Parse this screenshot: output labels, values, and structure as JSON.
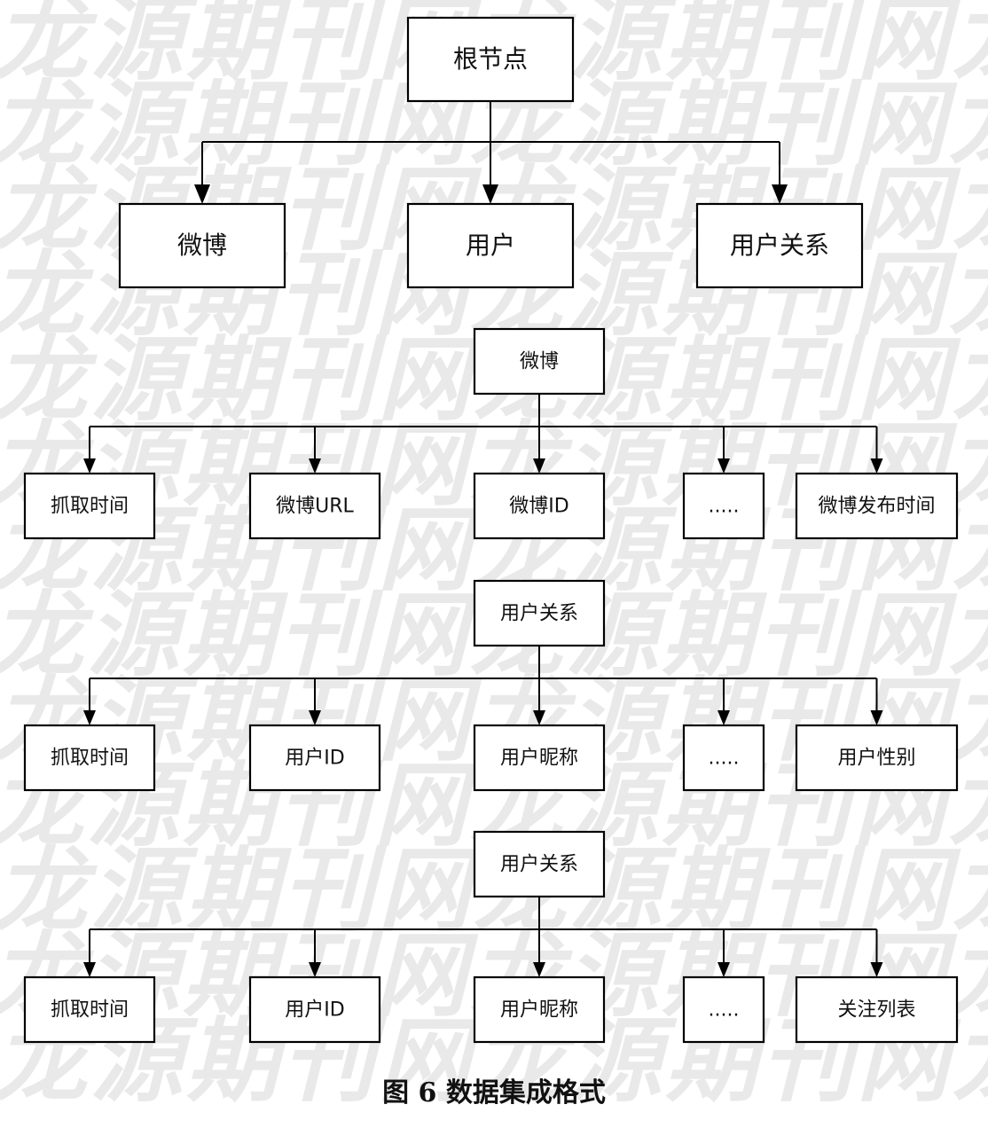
{
  "watermark": {
    "text": "龙源期刊网龙源期刊网龙源期刊网龙源期刊网龙源",
    "color": "#e9e9e9"
  },
  "caption": {
    "text": "图 6    数据集成格式"
  },
  "trees": [
    {
      "parent": "根节点",
      "children": [
        "微博",
        "用户",
        "用户关系"
      ]
    },
    {
      "parent": "微博",
      "children": [
        "抓取时间",
        "微博URL",
        "微博ID",
        ".....",
        "微博发布时间"
      ]
    },
    {
      "parent": "用户关系",
      "children": [
        "抓取时间",
        "用户ID",
        "用户昵称",
        ".....",
        "用户性别"
      ]
    },
    {
      "parent": "用户关系",
      "children": [
        "抓取时间",
        "用户ID",
        "用户昵称",
        ".....",
        "关注列表"
      ]
    }
  ]
}
